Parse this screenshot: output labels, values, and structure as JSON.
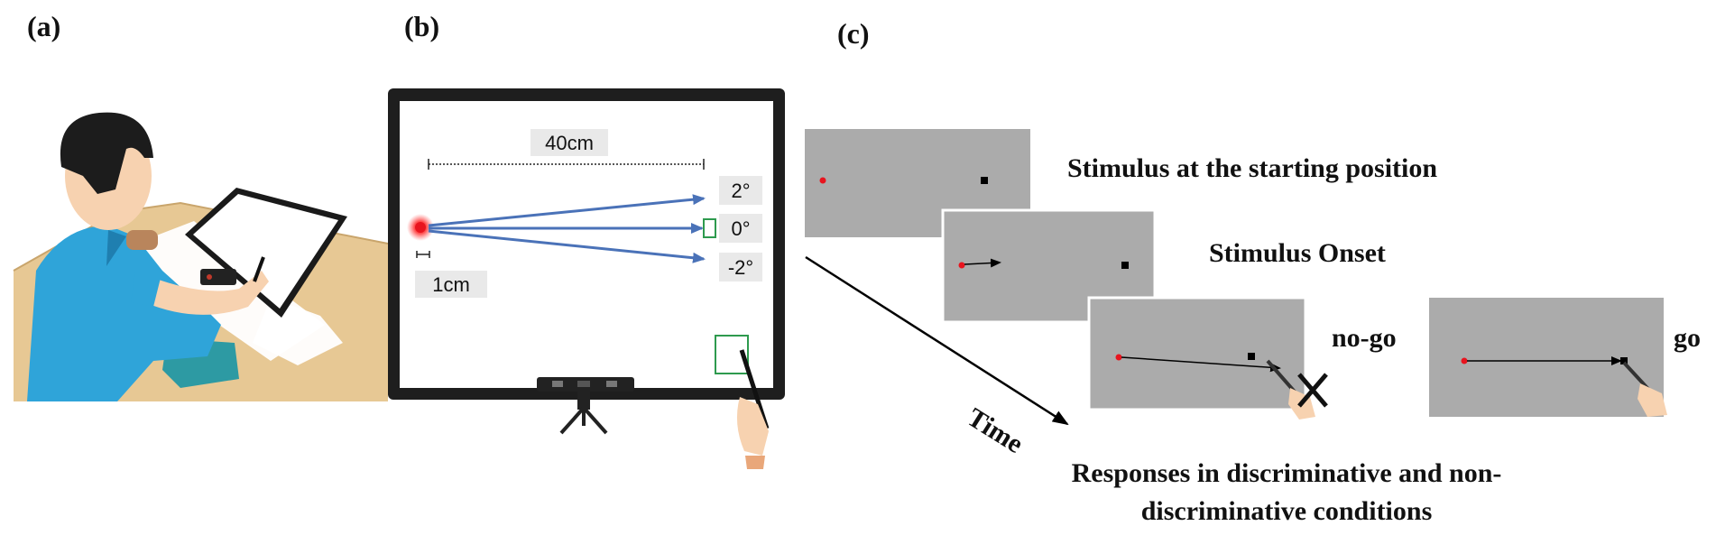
{
  "panels": {
    "a": {
      "label": "(a)"
    },
    "b": {
      "label": "(b)",
      "distance_label": "40cm",
      "dot_label": "1cm",
      "angles": [
        "2°",
        "0°",
        "-2°"
      ]
    },
    "c": {
      "label": "(c)",
      "stage1": "Stimulus at the starting position",
      "stage2": "Stimulus Onset",
      "nogo": "no-go",
      "go": "go",
      "time": "Time",
      "responses_line1": "Responses in discriminative and non-",
      "responses_line2": "discriminative conditions"
    }
  },
  "colors": {
    "screen_gray": "#ababab",
    "arrow_blue": "#4a72b8",
    "stimulus_red": "#e8141e",
    "target_green": "#2e9a4e",
    "shirt_blue": "#2fa4d9",
    "desk_tan": "#e7c894",
    "skin": "#f7d2b0"
  }
}
